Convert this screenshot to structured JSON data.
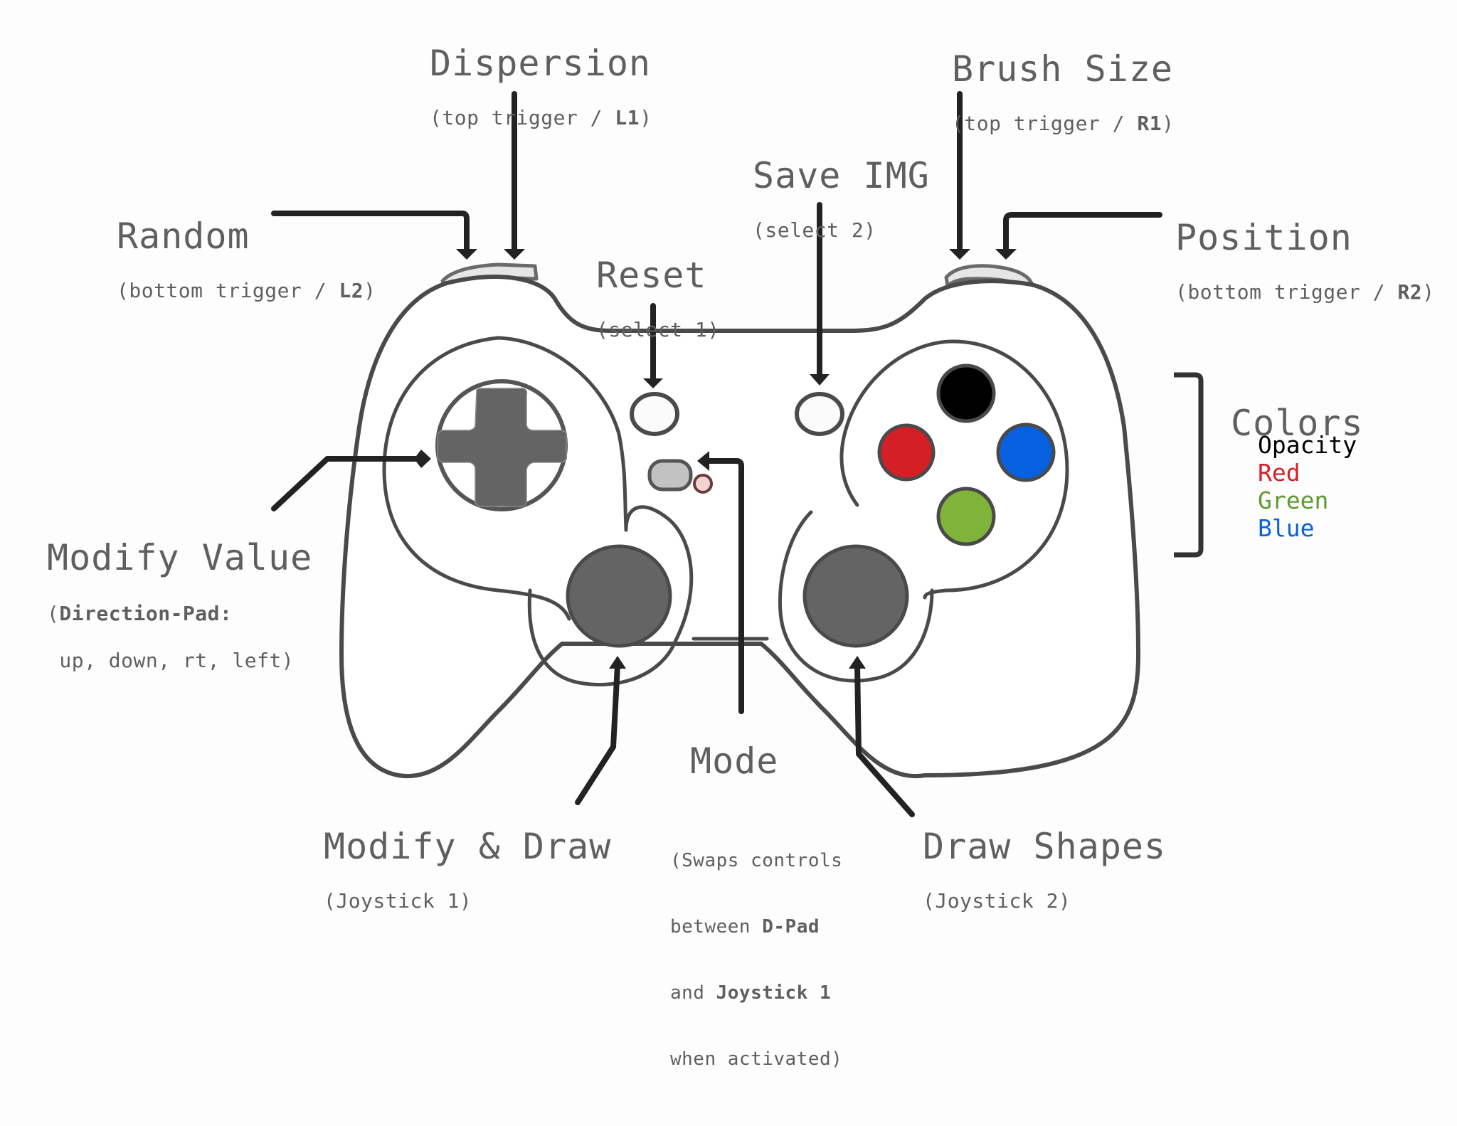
{
  "diagram": {
    "type": "gamepad-control-map",
    "colors": {
      "outline": "#4a4a4a",
      "arrow": "#222222",
      "pad_fill": "#646464",
      "button_opacity": "#000000",
      "button_red": "#d41f26",
      "button_green": "#80b33a",
      "button_blue": "#0760e0",
      "mode_button": "#c2c2c2",
      "mode_led": "#f2d4d4",
      "label_text": "#5f5f5f"
    }
  },
  "labels": {
    "dispersion": {
      "title": "Dispersion",
      "sub_pre": "(top trigger / ",
      "sub_bold": "L1",
      "sub_post": ")"
    },
    "random": {
      "title": "Random",
      "sub_pre": "(bottom trigger / ",
      "sub_bold": "L2",
      "sub_post": ")"
    },
    "brush_size": {
      "title": "Brush Size",
      "sub_pre": "(top trigger / ",
      "sub_bold": "R1",
      "sub_post": ")"
    },
    "position": {
      "title": "Position",
      "sub_pre": "(bottom trigger / ",
      "sub_bold": "R2",
      "sub_post": ")"
    },
    "save_img": {
      "title": "Save IMG",
      "sub": "(select 2)"
    },
    "reset": {
      "title": "Reset",
      "sub": "(select 1)"
    },
    "modify_value": {
      "title": "Modify Value",
      "sub1_pre": "(",
      "sub1_bold": "Direction-Pad:",
      "sub2": " up, down, rt, left)"
    },
    "mode": {
      "title": "Mode",
      "line1": "(Swaps controls",
      "line2_pre": "between ",
      "line2_bold": "D-Pad",
      "line3_pre": "and ",
      "line3_bold": "Joystick 1",
      "line4": "when activated)"
    },
    "modify_draw": {
      "title": "Modify & Draw",
      "sub": "(Joystick 1)"
    },
    "draw_shapes": {
      "title": "Draw Shapes",
      "sub": "(Joystick 2)"
    },
    "colors": {
      "title": "Colors",
      "items": [
        {
          "label": "Opacity",
          "color": "#000000"
        },
        {
          "label": "Red",
          "color": "#d41f26"
        },
        {
          "label": "Green",
          "color": "#5f9a2e"
        },
        {
          "label": "Blue",
          "color": "#0760e0"
        }
      ]
    }
  }
}
